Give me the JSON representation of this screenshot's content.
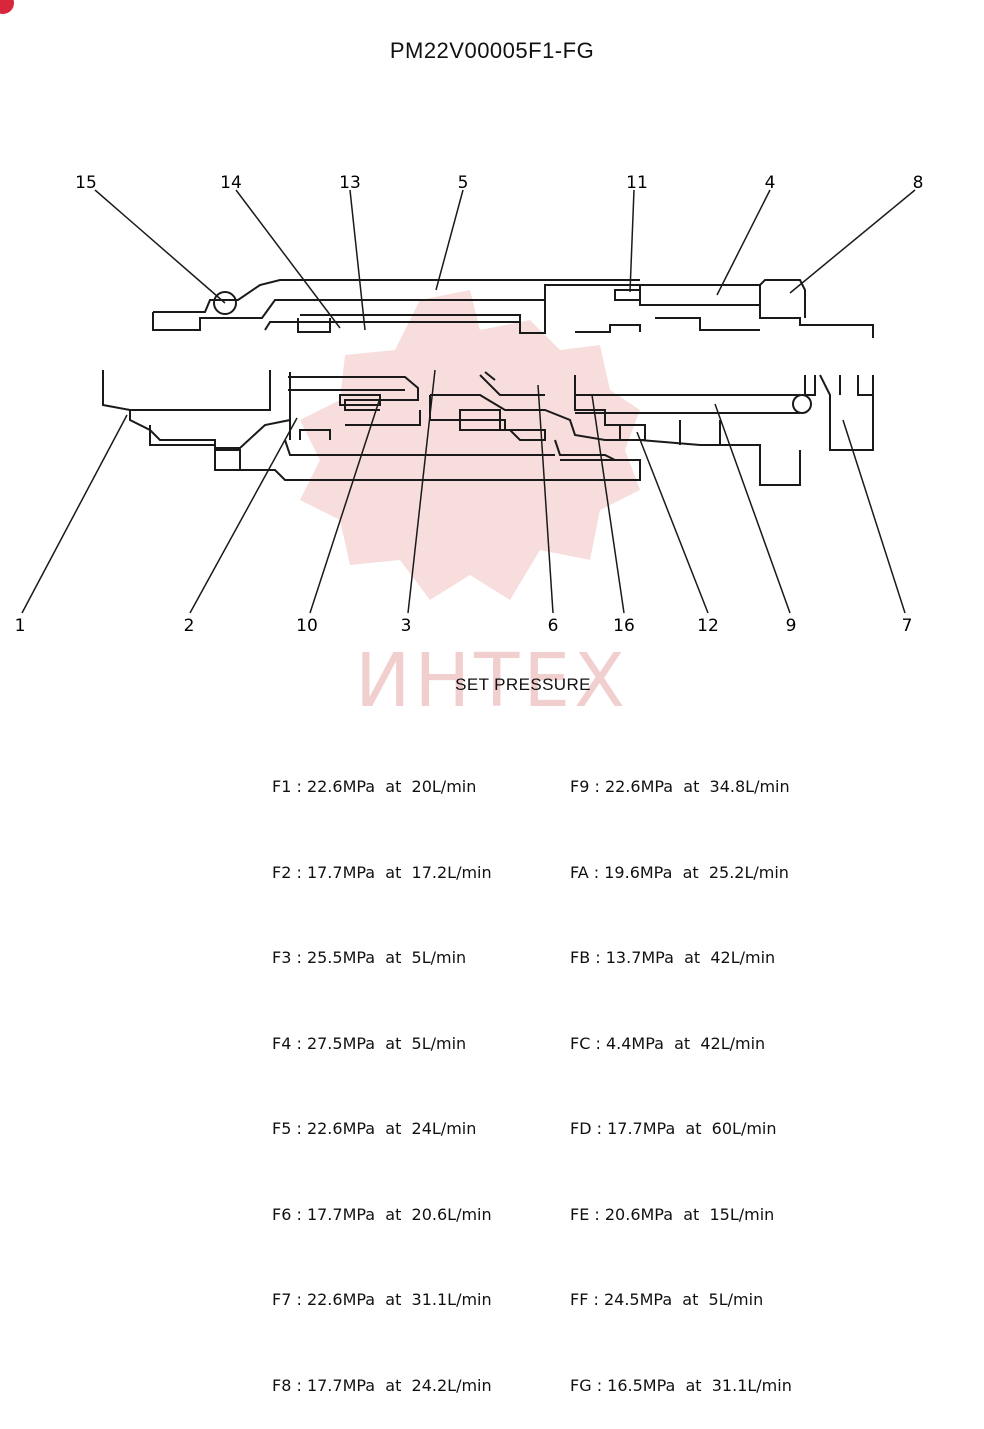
{
  "title": "PM22V00005F1-FG",
  "watermark": "ИНТЕХ",
  "callouts": {
    "c1": "1",
    "c2": "2",
    "c3": "3",
    "c4": "4",
    "c5": "5",
    "c6": "6",
    "c7": "7",
    "c8": "8",
    "c9": "9",
    "c10": "10",
    "c11": "11",
    "c12": "12",
    "c13": "13",
    "c14": "14",
    "c15": "15",
    "c16": "16"
  },
  "set_pressure": {
    "title": "SET PRESSURE",
    "left": [
      "F1 : 22.6MPa  at  20L/min",
      "F2 : 17.7MPa  at  17.2L/min",
      "F3 : 25.5MPa  at  5L/min",
      "F4 : 27.5MPa  at  5L/min",
      "F5 : 22.6MPa  at  24L/min",
      "F6 : 17.7MPa  at  20.6L/min",
      "F7 : 22.6MPa  at  31.1L/min",
      "F8 : 17.7MPa  at  24.2L/min"
    ],
    "right": [
      "F9 : 22.6MPa  at  34.8L/min",
      "FA : 19.6MPa  at  25.2L/min",
      "FB : 13.7MPa  at  42L/min",
      "FC : 4.4MPa  at  42L/min",
      "FD : 17.7MPa  at  60L/min",
      "FE : 20.6MPa  at  15L/min",
      "FF : 24.5MPa  at  5L/min",
      "FG : 16.5MPa  at  31.1L/min"
    ]
  },
  "colors": {
    "watermark": "#f2cfcf",
    "badge": "#d8263a",
    "ink": "#111111"
  }
}
